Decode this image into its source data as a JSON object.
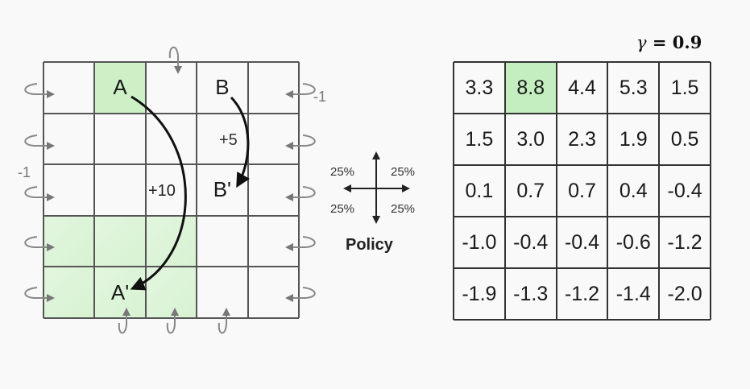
{
  "gridworld": {
    "rows": 5,
    "cols": 5,
    "highlight_color": "#cdf0c6",
    "cells": [
      {
        "row": 0,
        "col": 1,
        "label": "A",
        "highlight": true
      },
      {
        "row": 0,
        "col": 3,
        "label": "B",
        "highlight": false
      },
      {
        "row": 2,
        "col": 3,
        "label": "B'",
        "highlight": false
      },
      {
        "row": 4,
        "col": 1,
        "label": "A'",
        "highlight": false
      }
    ],
    "glow_cells": [
      [
        3,
        0
      ],
      [
        3,
        1
      ],
      [
        3,
        2
      ],
      [
        4,
        0
      ],
      [
        4,
        1
      ],
      [
        4,
        2
      ]
    ],
    "reward_a": "+10",
    "reward_b": "+5",
    "edge_penalty_right": "-1",
    "edge_penalty_left": "-1"
  },
  "policy": {
    "label": "Policy",
    "probabilities": [
      "25%",
      "25%",
      "25%",
      "25%"
    ]
  },
  "discount": {
    "symbol": "γ",
    "text": "= 0.9"
  },
  "value_grid": {
    "highlight_color": "#c5eec0",
    "highlight_cell": [
      0,
      1
    ],
    "values": [
      [
        "3.3",
        "8.8",
        "4.4",
        "5.3",
        "1.5"
      ],
      [
        "1.5",
        "3.0",
        "2.3",
        "1.9",
        "0.5"
      ],
      [
        "0.1",
        "0.7",
        "0.7",
        "0.4",
        "-0.4"
      ],
      [
        "-1.0",
        "-0.4",
        "-0.4",
        "-0.6",
        "-1.2"
      ],
      [
        "-1.9",
        "-1.3",
        "-1.2",
        "-1.4",
        "-2.0"
      ]
    ]
  }
}
